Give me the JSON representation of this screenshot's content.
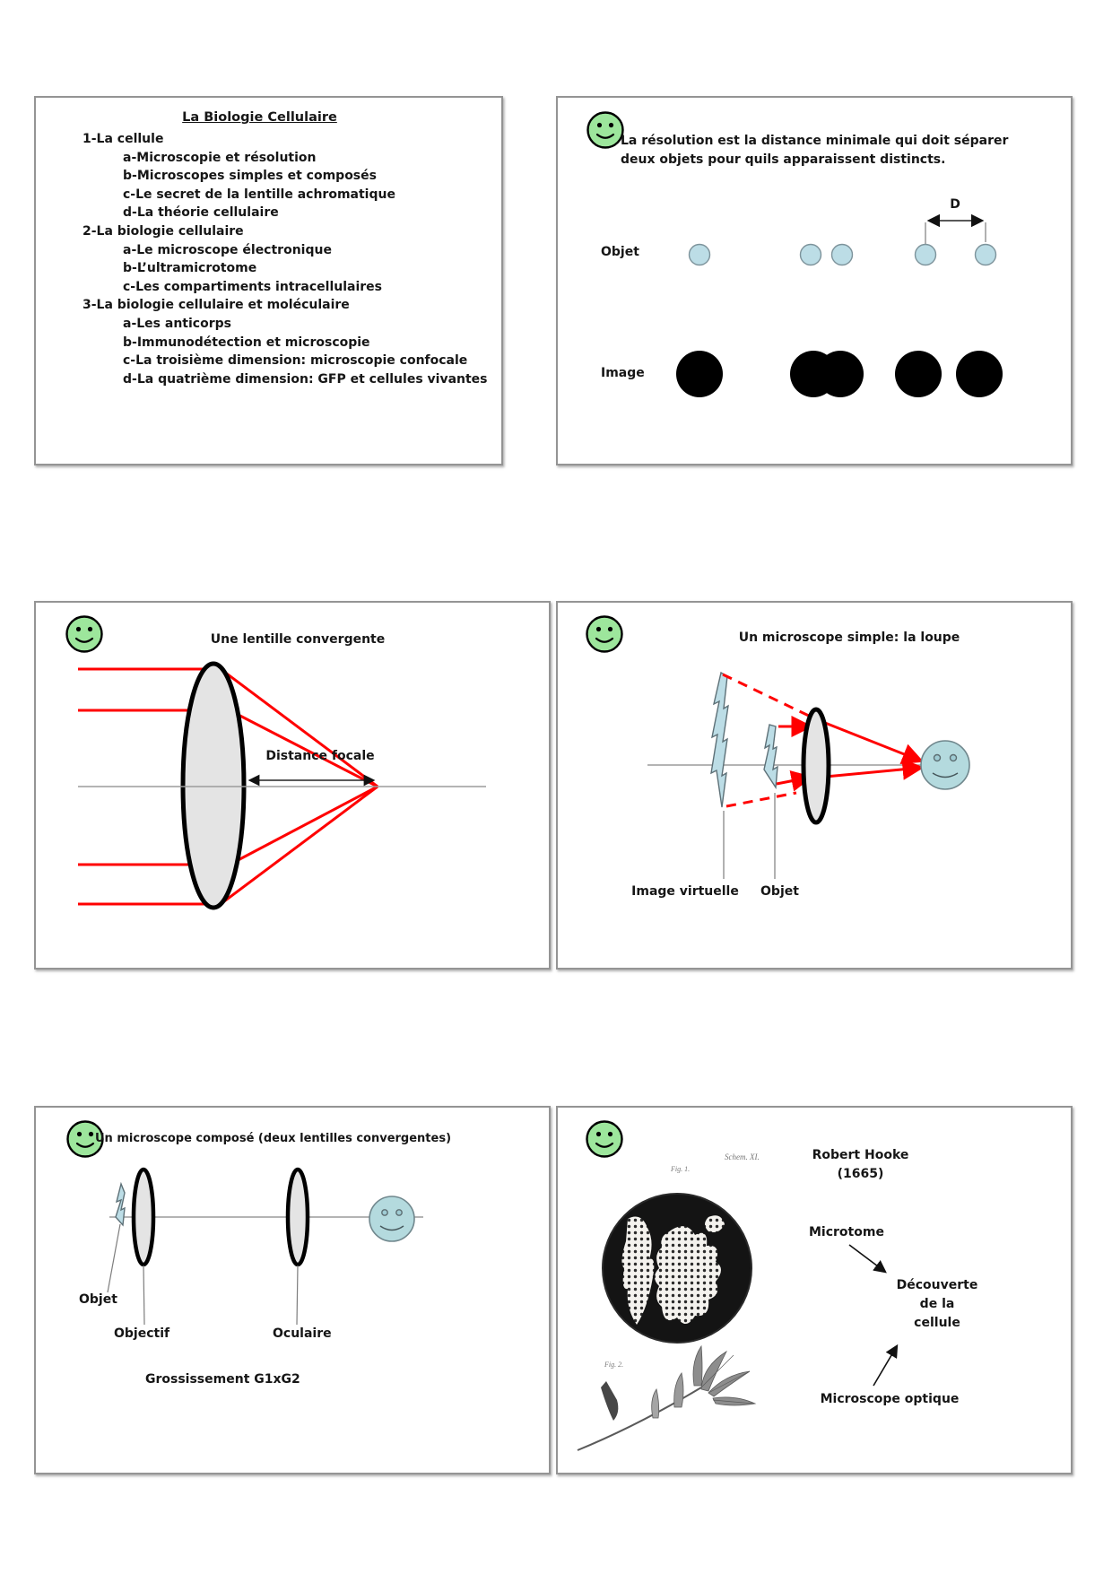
{
  "colors": {
    "smiley_green": "#9de69c",
    "object_blue": "#bcdde6",
    "eye_blue": "#b4dade",
    "lens_gray": "#e4e4e4",
    "ray_red": "#ff0000",
    "axis_gray": "#9b9b9b"
  },
  "outline_slide": {
    "title": "La Biologie Cellulaire",
    "items": [
      "1-La cellule",
      "a-Microscopie et résolution",
      "b-Microscopes simples et composés",
      "c-Le secret de la lentille achromatique",
      "d-La théorie cellulaire",
      "2-La biologie cellulaire",
      "a-Le microscope électronique",
      "b-L’ultramicrotome",
      "c-Les compartiments intracellulaires",
      "3-La biologie cellulaire et moléculaire",
      "a-Les anticorps",
      "b-Immunodétection et microscopie",
      "c-La troisième dimension: microscopie confocale",
      "d-La quatrième dimension: GFP et cellules vivantes"
    ]
  },
  "resolution_slide": {
    "caption_line1": "La résolution est la distance minimale qui doit séparer",
    "caption_line2": "deux objets pour quils apparaissent distincts.",
    "distance_label": "D",
    "object_row_label": "Objet",
    "image_row_label": "Image"
  },
  "lens_slide": {
    "title": "Une lentille convergente",
    "focal_distance_label": "Distance focale"
  },
  "loupe_slide": {
    "title": "Un microscope simple: la loupe",
    "virtual_image_label": "Image virtuelle",
    "object_label": "Objet"
  },
  "compound_slide": {
    "title": "Un microscope composé (deux lentilles convergentes)",
    "object_label": "Objet",
    "objective_label": "Objectif",
    "eyepiece_label": "Oculaire",
    "magnification_label": "Grossissement G1xG2"
  },
  "hooke_slide": {
    "name_line1": "Robert Hooke",
    "name_line2": "(1665)",
    "schem_caption": "Schem. XI.",
    "fig1_caption": "Fig. 1.",
    "fig2_caption": "Fig. 2.",
    "microtome_label": "Microtome",
    "discovery_line1": "Découverte",
    "discovery_line2": "de la",
    "discovery_line3": "cellule",
    "optical_microscope_label": "Microscope optique"
  }
}
